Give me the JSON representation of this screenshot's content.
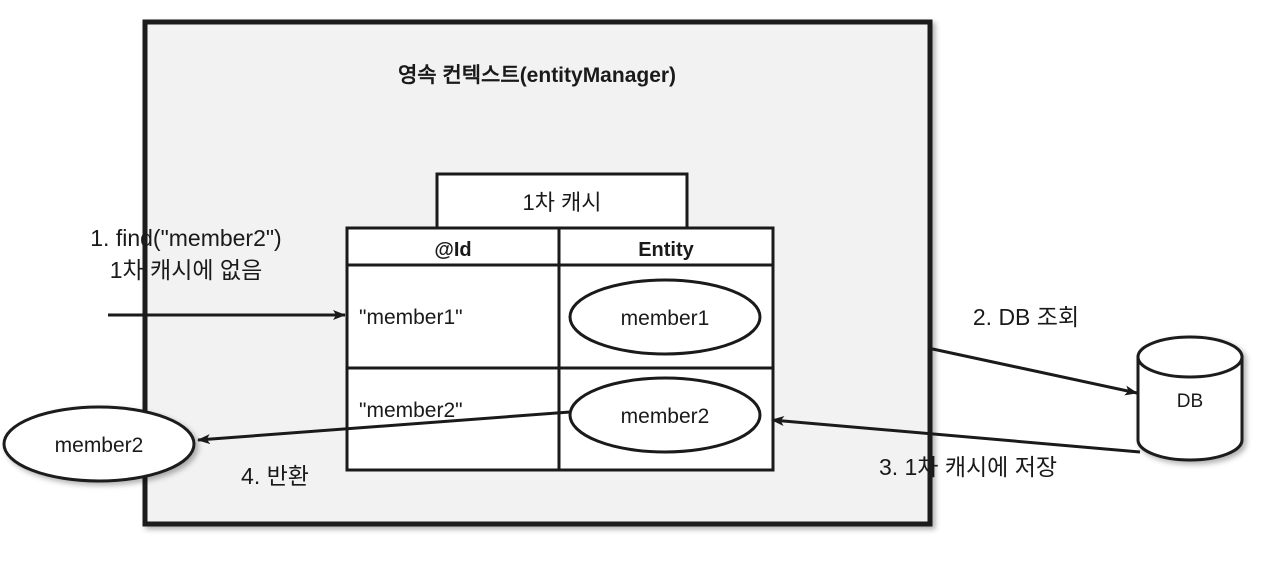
{
  "diagram": {
    "title": "영속 컨텍스트(entityManager)",
    "container": {
      "name": "persistence-context-box",
      "fill": "#f2f2f2",
      "border": "#1a1a1a"
    },
    "cache": {
      "tab_label": "1차 캐시",
      "columns": [
        "@Id",
        "Entity"
      ],
      "rows": [
        {
          "id": "\"member1\"",
          "entity": "member1"
        },
        {
          "id": "\"member2\"",
          "entity": "member2"
        }
      ]
    },
    "database": {
      "label": "DB"
    },
    "returned_entity": {
      "label": "member2"
    },
    "steps": [
      {
        "num": "1",
        "line1": "1. find(\"member2\")",
        "line2": "1차 캐시에 없음"
      },
      {
        "num": "2",
        "label": "2. DB 조회"
      },
      {
        "num": "3",
        "label": "3. 1차 캐시에 저장"
      },
      {
        "num": "4",
        "label": "4. 반환"
      }
    ]
  }
}
